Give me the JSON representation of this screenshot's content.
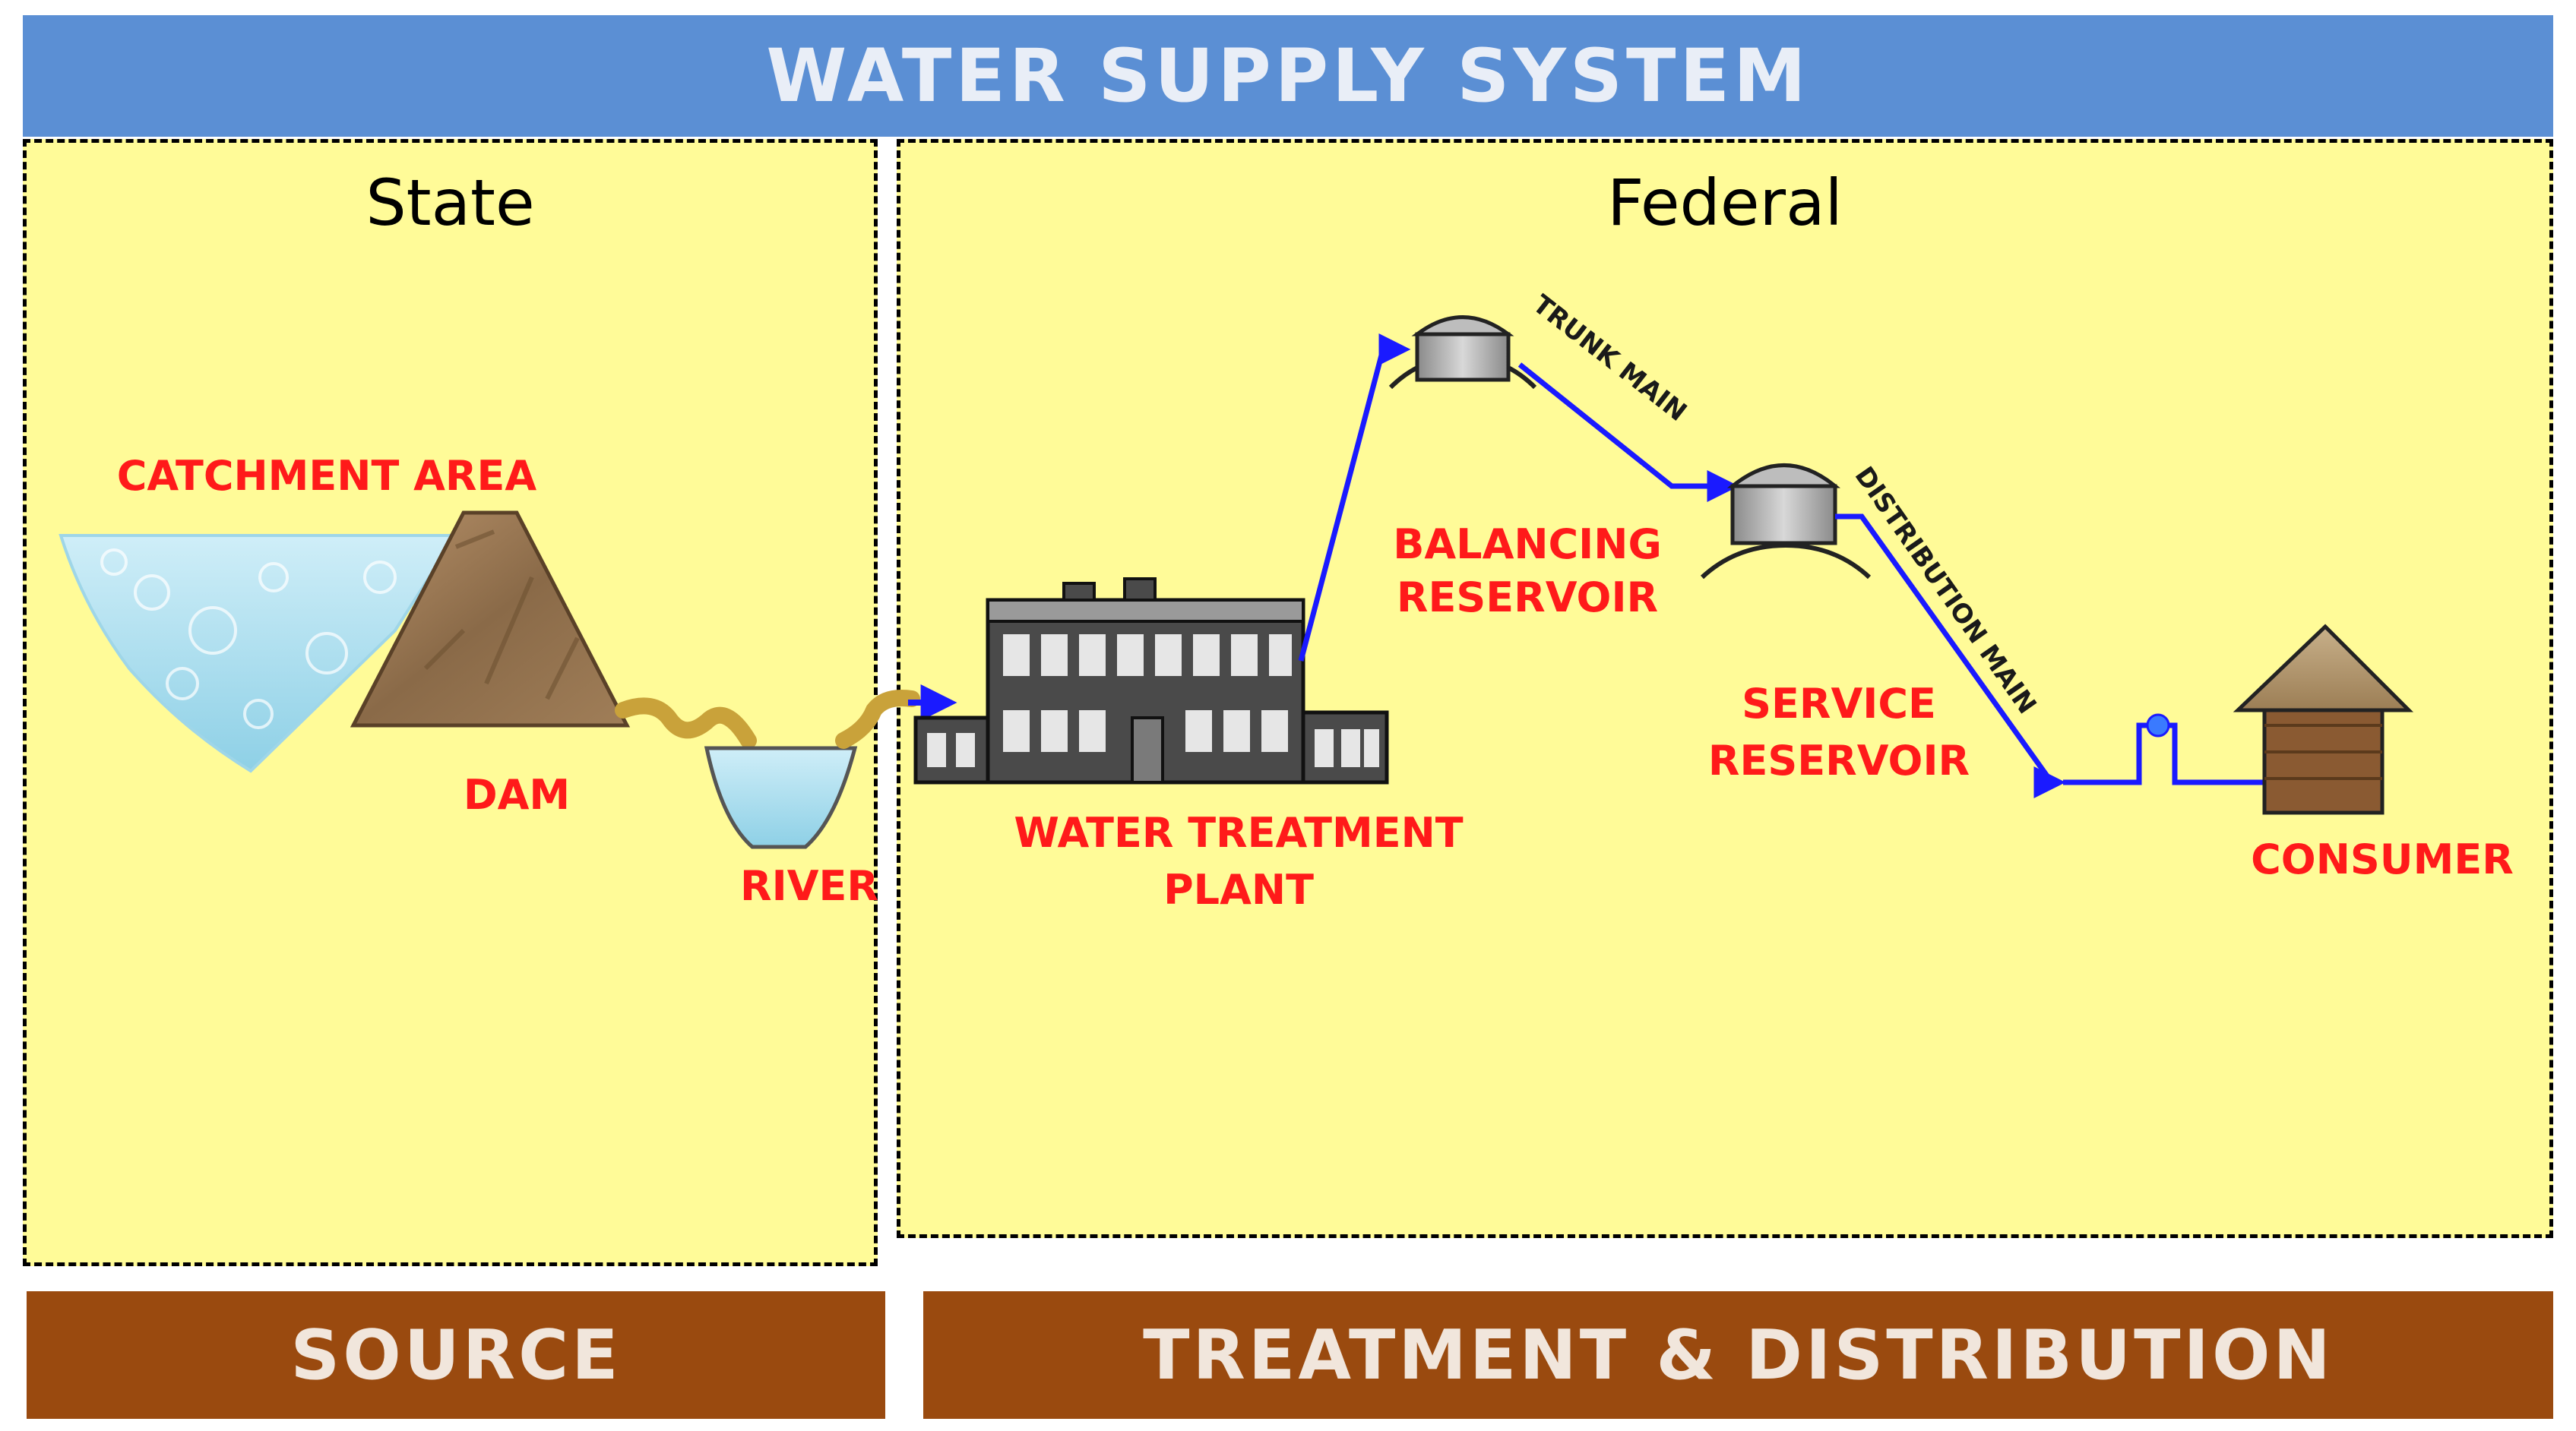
{
  "title": "WATER SUPPLY SYSTEM",
  "zones": {
    "left": {
      "label": "State"
    },
    "right": {
      "label": "Federal"
    }
  },
  "labels": {
    "catchment": "CATCHMENT AREA",
    "dam": "DAM",
    "river": "RIVER",
    "plant_line1": "WATER TREATMENT",
    "plant_line2": "PLANT",
    "balancing_line1": "BALANCING",
    "balancing_line2": "RESERVOIR",
    "service_line1": "SERVICE",
    "service_line2": "RESERVOIR",
    "consumer": "CONSUMER",
    "trunk_main": "TRUNK MAIN",
    "distribution_main": "DISTRIBUTION MAIN"
  },
  "footer": {
    "left": "SOURCE",
    "right": "TREATMENT & DISTRIBUTION"
  },
  "colors": {
    "header": "#5b8fd4",
    "zone_fill": "#fffb98",
    "footer": "#9a4a0f",
    "label_red": "#ff1a1a",
    "pipe_blue": "#1a1aff",
    "river_gold": "#c9a23a"
  }
}
